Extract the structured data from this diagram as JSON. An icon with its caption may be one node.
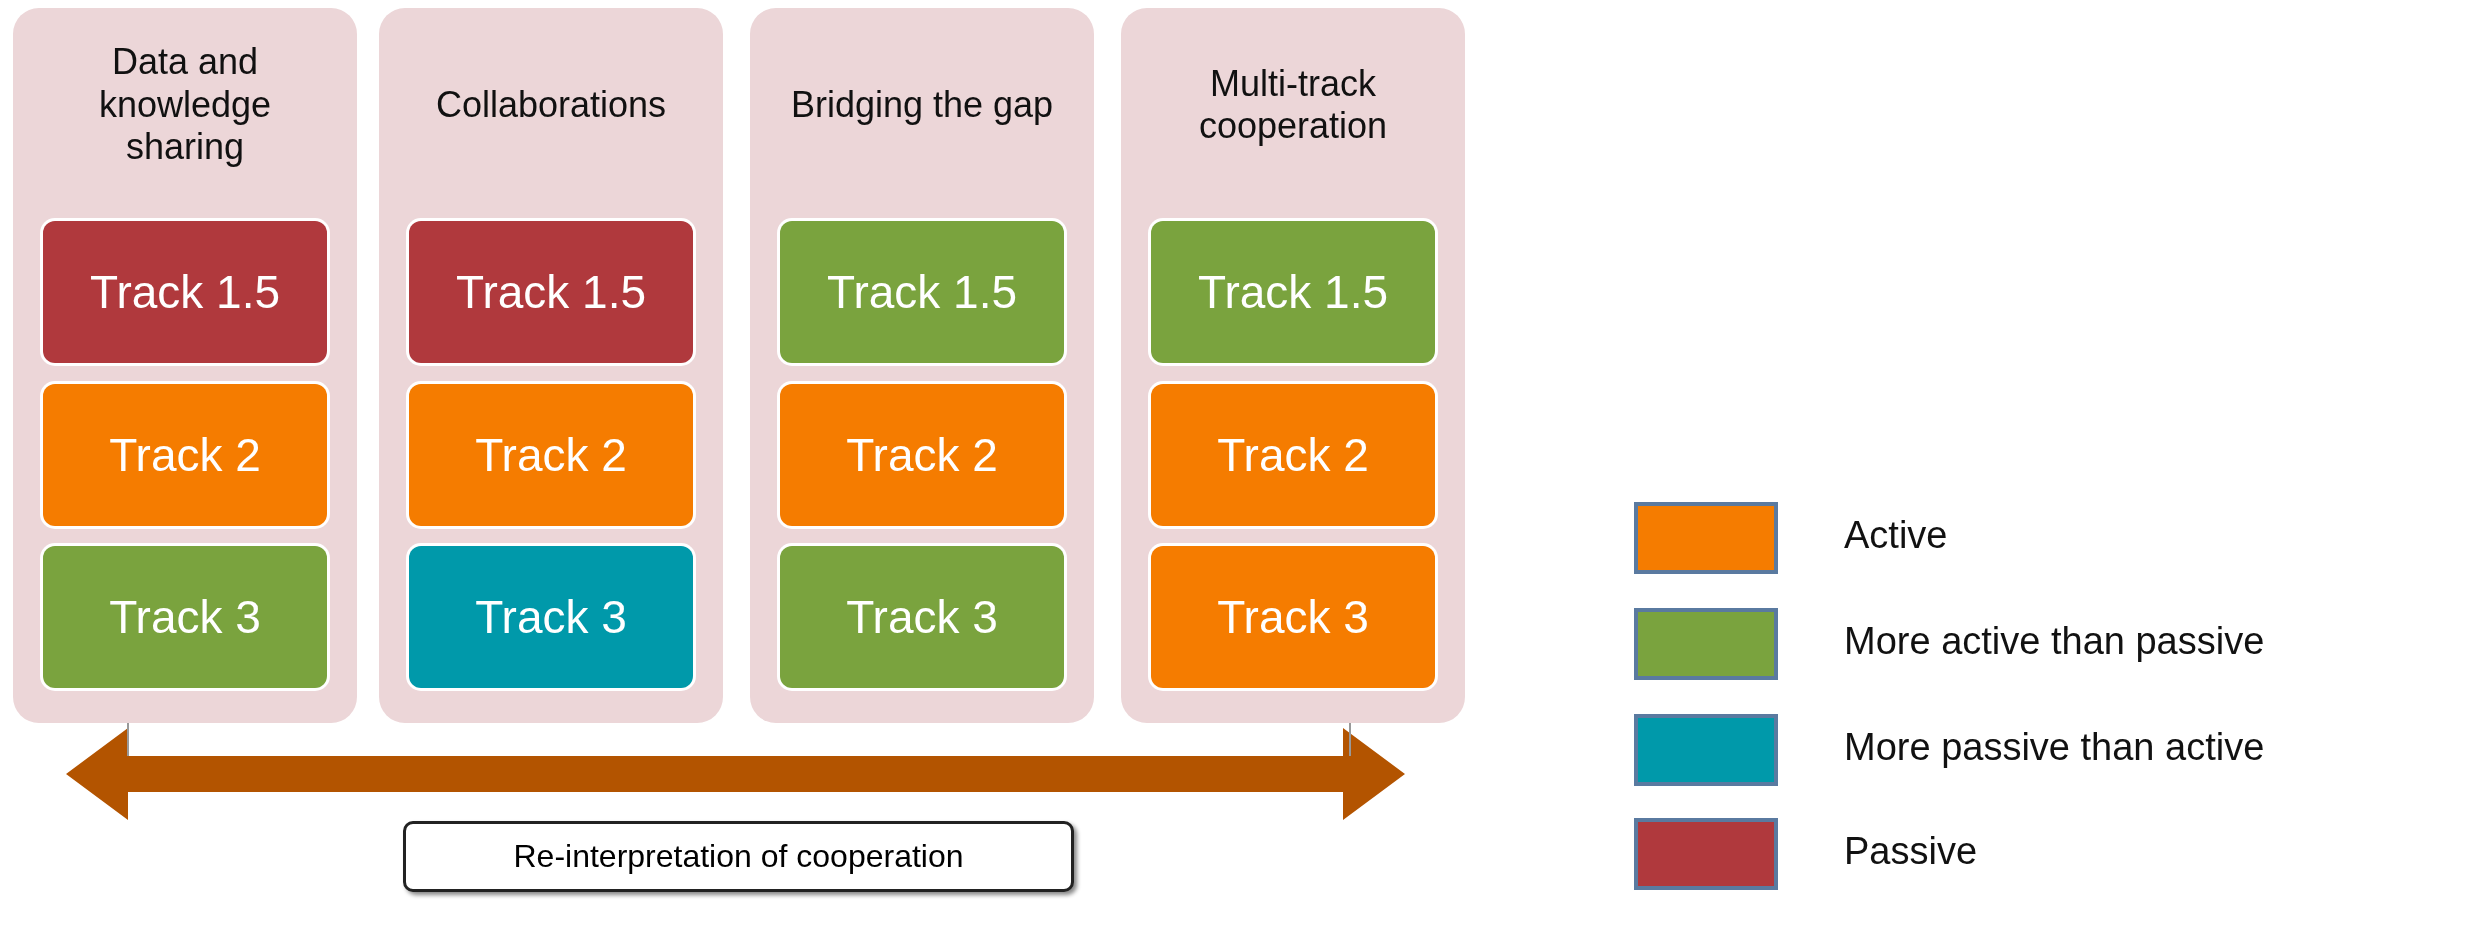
{
  "diagram": {
    "nodes": [
      {
        "text": [
          "Data and knowledge sharing"
        ]
      },
      {
        "text": [
          "Track 1.5"
        ],
        "in": 0
      },
      {
        "text": [
          "Track 2"
        ],
        "in": 0
      },
      {
        "text": [
          "Track 3"
        ],
        "in": 0
      },
      {
        "text": [
          "Collaborations"
        ]
      },
      {
        "text": [
          "Track 1.5"
        ],
        "in": 4
      },
      {
        "text": [
          "Track 2"
        ],
        "in": 4
      },
      {
        "text": [
          "Track 3"
        ],
        "in": 4
      },
      {
        "text": [
          "Bridging the gap"
        ]
      },
      {
        "text": [
          "Track 1.5"
        ],
        "in": 8
      },
      {
        "text": [
          "Track 2"
        ],
        "in": 8
      },
      {
        "text": [
          "Track 3"
        ],
        "in": 8
      },
      {
        "text": [
          "Multi-track cooperation"
        ]
      },
      {
        "text": [
          "Track 1.5"
        ],
        "in": 12
      },
      {
        "text": [
          "Track 2"
        ],
        "in": 12
      },
      {
        "text": [
          "Track 3"
        ],
        "in": 12
      },
      {
        "text": [
          "Re-interpretation of cooperation"
        ]
      }
    ],
    "edges": [
      {
        "from": 0,
        "to": 12,
        "arrow": "both",
        "style": "thick",
        "color": "#b35400"
      }
    ],
    "legend": [
      {
        "text": "Active",
        "color": "#f57c00"
      },
      {
        "text": "More active than passive",
        "color": "#7aa33e"
      },
      {
        "text": "More passive than active",
        "color": "#0099aa"
      },
      {
        "text": "Passive",
        "color": "#b0393d"
      }
    ]
  }
}
